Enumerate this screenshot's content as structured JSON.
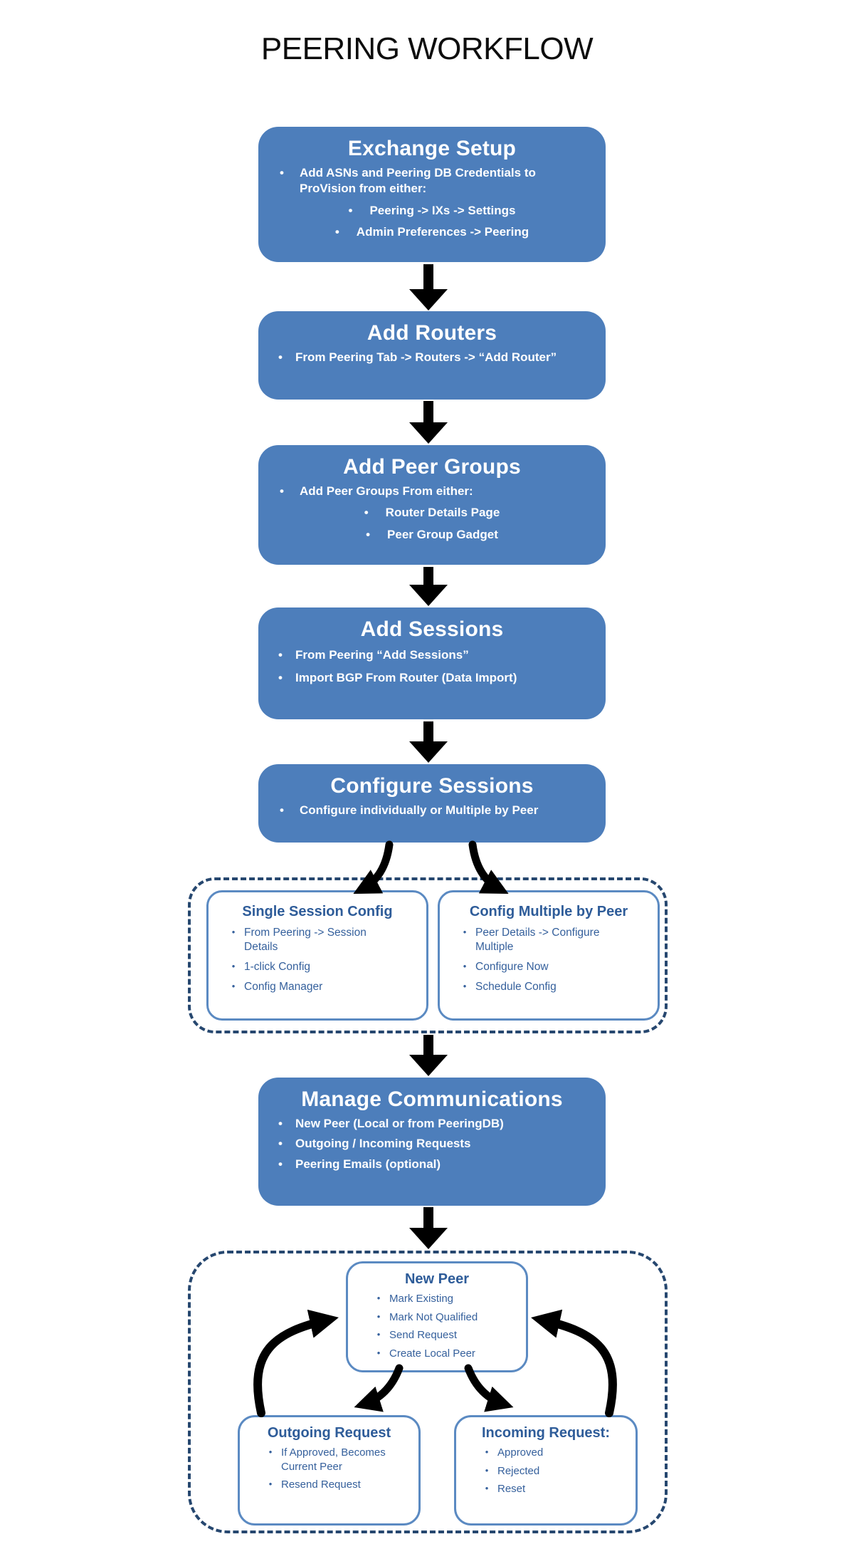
{
  "page": {
    "title": "PEERING WORKFLOW"
  },
  "colors": {
    "box_fill": "#4d7ebb",
    "box_text": "#ffffff",
    "outline_box_border": "#5b8ac2",
    "outline_text": "#2e5c99",
    "dashed_border": "#26476f",
    "arrow": "#000000",
    "title_text": "#0d0d0d"
  },
  "flow": {
    "boxes": [
      {
        "title": "Exchange Setup",
        "items": [
          {
            "text": "Add ASNs and Peering DB Credentials to ProVision from either:",
            "sub": [
              "Peering -> IXs -> Settings",
              "Admin Preferences -> Peering"
            ]
          }
        ]
      },
      {
        "title": "Add Routers",
        "items": [
          {
            "text": "From Peering Tab -> Routers -> “Add Router”"
          }
        ]
      },
      {
        "title": "Add Peer Groups",
        "items": [
          {
            "text": "Add Peer Groups From either:",
            "sub": [
              "Router Details Page",
              "Peer Group Gadget"
            ]
          }
        ]
      },
      {
        "title": "Add Sessions",
        "items": [
          {
            "text": "From Peering “Add Sessions”"
          },
          {
            "text": "Import BGP From Router (Data Import)"
          }
        ]
      },
      {
        "title": "Configure Sessions",
        "items": [
          {
            "text": "Configure individually or Multiple by Peer"
          }
        ]
      },
      {
        "title": "Manage Communications",
        "items": [
          {
            "text": "New Peer (Local or from PeeringDB)"
          },
          {
            "text": "Outgoing / Incoming Requests"
          },
          {
            "text": "Peering Emails (optional)"
          }
        ]
      }
    ],
    "config_group": {
      "left": {
        "title": "Single Session Config",
        "items": [
          "From Peering -> Session Details",
          "1-click Config",
          "Config Manager"
        ]
      },
      "right": {
        "title": "Config Multiple by Peer",
        "items": [
          "Peer Details -> Configure Multiple",
          "Configure Now",
          "Schedule Config"
        ]
      }
    },
    "comm_group": {
      "new_peer": {
        "title": "New Peer",
        "items": [
          "Mark Existing",
          "Mark Not Qualified",
          "Send Request",
          "Create Local Peer"
        ]
      },
      "outgoing": {
        "title": "Outgoing Request",
        "items": [
          "If Approved, Becomes Current Peer",
          "Resend Request"
        ]
      },
      "incoming": {
        "title": "Incoming Request:",
        "items": [
          "Approved",
          "Rejected",
          "Reset"
        ]
      }
    },
    "bullet_glyph": "•"
  }
}
